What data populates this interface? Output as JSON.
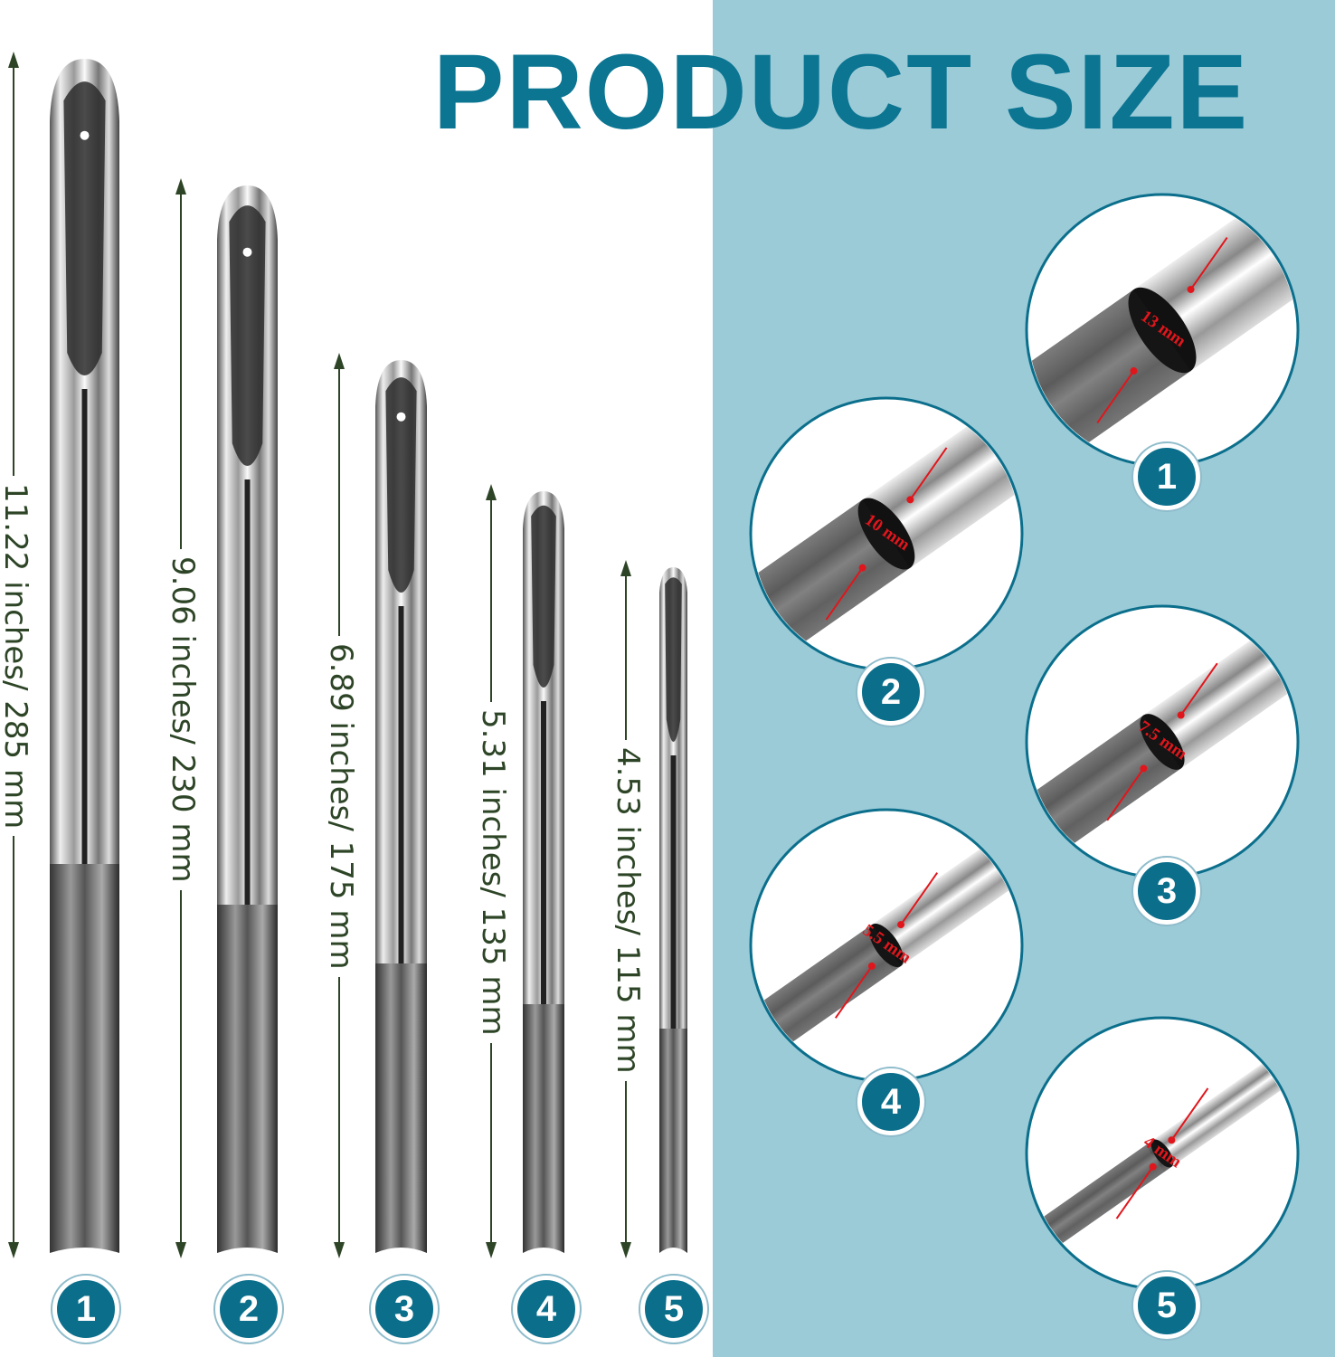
{
  "title": "PRODUCT SIZE",
  "tools": [
    {
      "number": "1",
      "length": "11.22 inches/ 285 mm",
      "diameter": "13 mm"
    },
    {
      "number": "2",
      "length": "9.06 inches/ 230 mm",
      "diameter": "10 mm"
    },
    {
      "number": "3",
      "length": "6.89 inches/ 175 mm",
      "diameter": "7.5 mm"
    },
    {
      "number": "4",
      "length": "5.31 inches/ 135 mm",
      "diameter": "5.5 mm"
    },
    {
      "number": "5",
      "length": "4.53 inches/ 115 mm",
      "diameter": "4 mm"
    }
  ],
  "colors": {
    "accent": "#0b7592",
    "panel": "#9ccbd8",
    "dimension": "#2d4526",
    "marker": "#e0161c"
  }
}
